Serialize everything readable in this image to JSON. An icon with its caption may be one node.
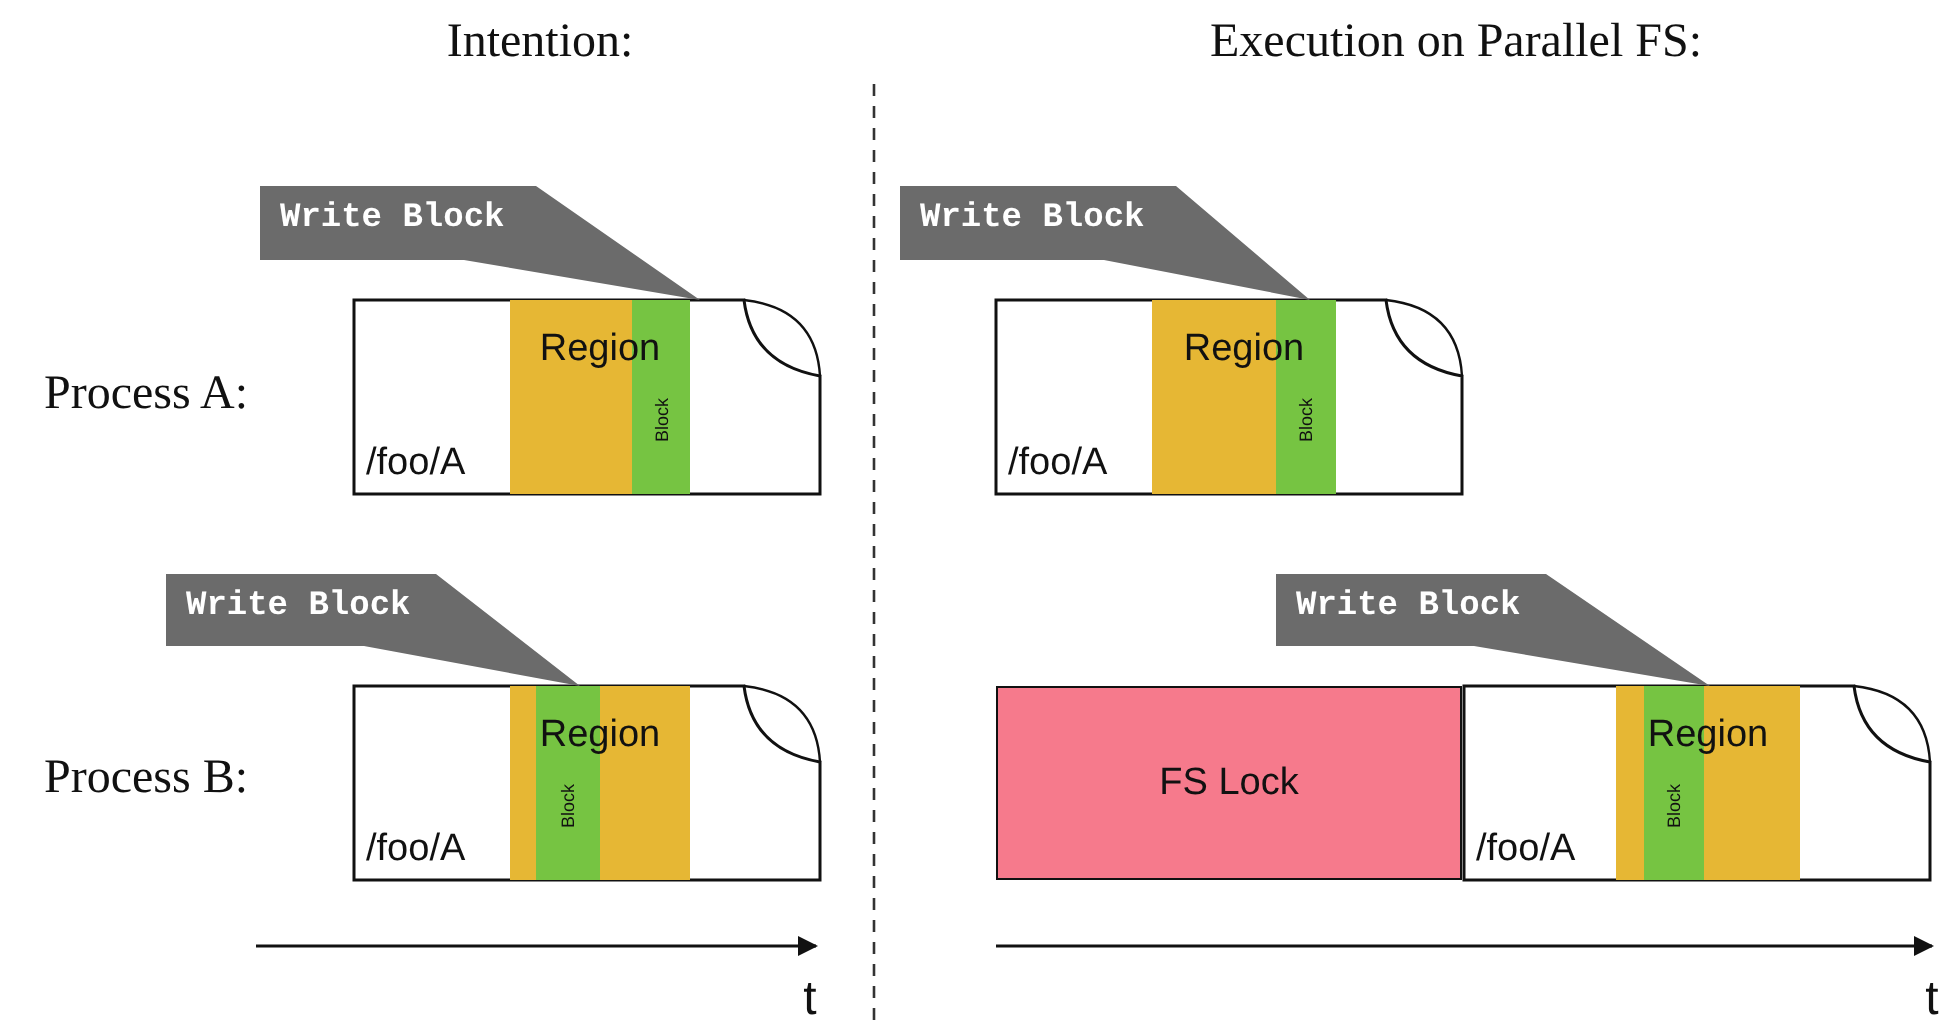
{
  "diagram": {
    "nodes": [
      {
        "text": [
          "/foo/A"
        ]
      },
      {
        "text": [
          "Region"
        ],
        "in": 0
      },
      {
        "text": [
          "Block"
        ],
        "in": 1
      },
      {
        "text": [
          "Write Block"
        ]
      },
      {
        "text": [
          "/foo/A"
        ]
      },
      {
        "text": [
          "Region"
        ],
        "in": 4
      },
      {
        "text": [
          "Block"
        ],
        "in": 5
      },
      {
        "text": [
          "Write Block"
        ]
      },
      {
        "text": [
          "/foo/A"
        ]
      },
      {
        "text": [
          "Region"
        ],
        "in": 8
      },
      {
        "text": [
          "Block"
        ],
        "in": 9
      },
      {
        "text": [
          "Write Block"
        ]
      },
      {
        "text": [
          "FS Lock"
        ]
      },
      {
        "text": [
          "/foo/A"
        ]
      },
      {
        "text": [
          "Region"
        ],
        "in": 13
      },
      {
        "text": [
          "Block"
        ],
        "in": 14
      },
      {
        "text": [
          "Write Block"
        ]
      }
    ],
    "labels": [
      "Intention:",
      "Execution on Parallel FS:",
      "Process A:",
      "Process B:",
      "t",
      "t"
    ]
  }
}
